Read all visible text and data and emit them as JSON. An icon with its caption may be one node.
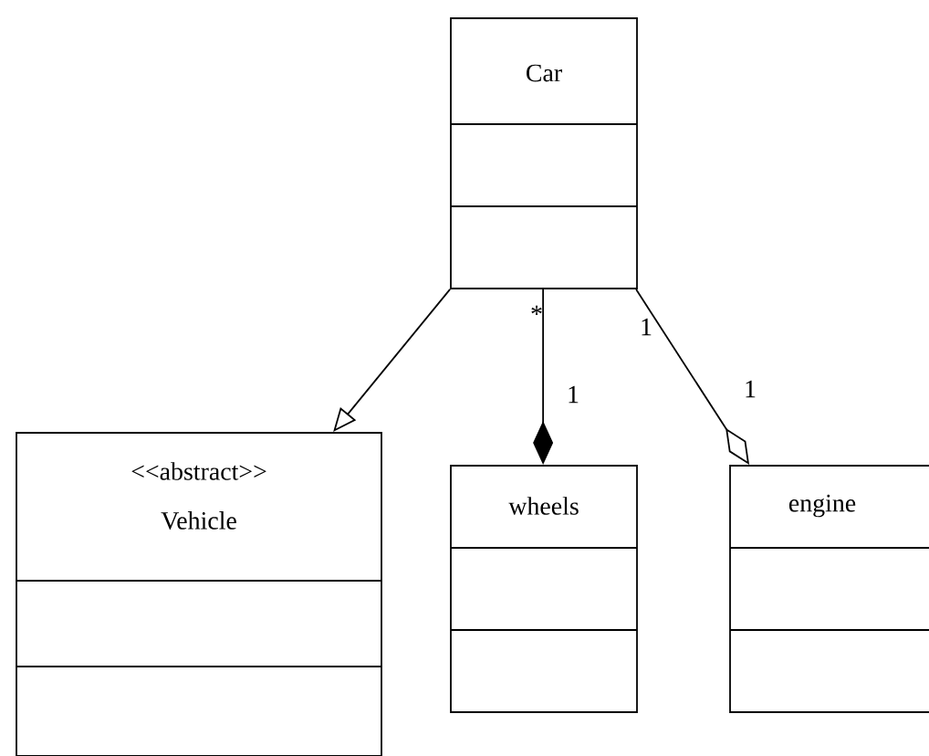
{
  "diagram": {
    "nodes": [
      {
        "text": [
          "Car"
        ]
      },
      {
        "text": [
          "<<abstract>>",
          "Vehicle"
        ]
      },
      {
        "text": [
          "wheels"
        ]
      },
      {
        "text": [
          "engine"
        ]
      }
    ],
    "edges": [
      {
        "from": 0,
        "to": 1,
        "arrow": "to"
      },
      {
        "from": 0,
        "to": 2,
        "arrow": "other"
      },
      {
        "from": 0,
        "to": 3,
        "arrow": "other"
      }
    ],
    "labels": [
      "*",
      "1",
      "1",
      "1"
    ]
  }
}
